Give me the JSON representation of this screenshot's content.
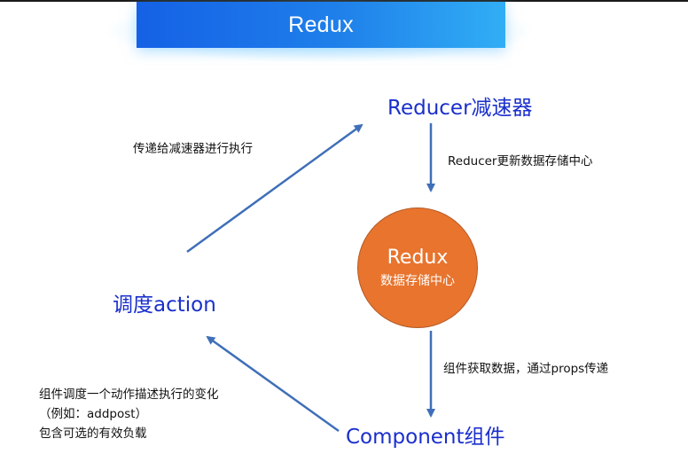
{
  "title": "Redux",
  "colors": {
    "title_bar_start": "#1561e6",
    "title_bar_end": "#31aef5",
    "node_text": "#1a2fcc",
    "arrow": "#3f6fb8",
    "store_circle": "#e8742e"
  },
  "nodes": {
    "reducer": "Reducer减速器",
    "store_title": "Redux",
    "store_subtitle": "数据存储中心",
    "component": "Component组件",
    "action": "调度action"
  },
  "edges": {
    "action_to_reducer": "传递给减速器进行执行",
    "reducer_to_store": "Reducer更新数据存储中心",
    "store_to_component": "组件获取数据，通过props传递",
    "component_to_action_lines": [
      "组件调度一个动作描述执行的变化",
      "（例如：addpost）",
      "包含可选的有效负载"
    ]
  }
}
